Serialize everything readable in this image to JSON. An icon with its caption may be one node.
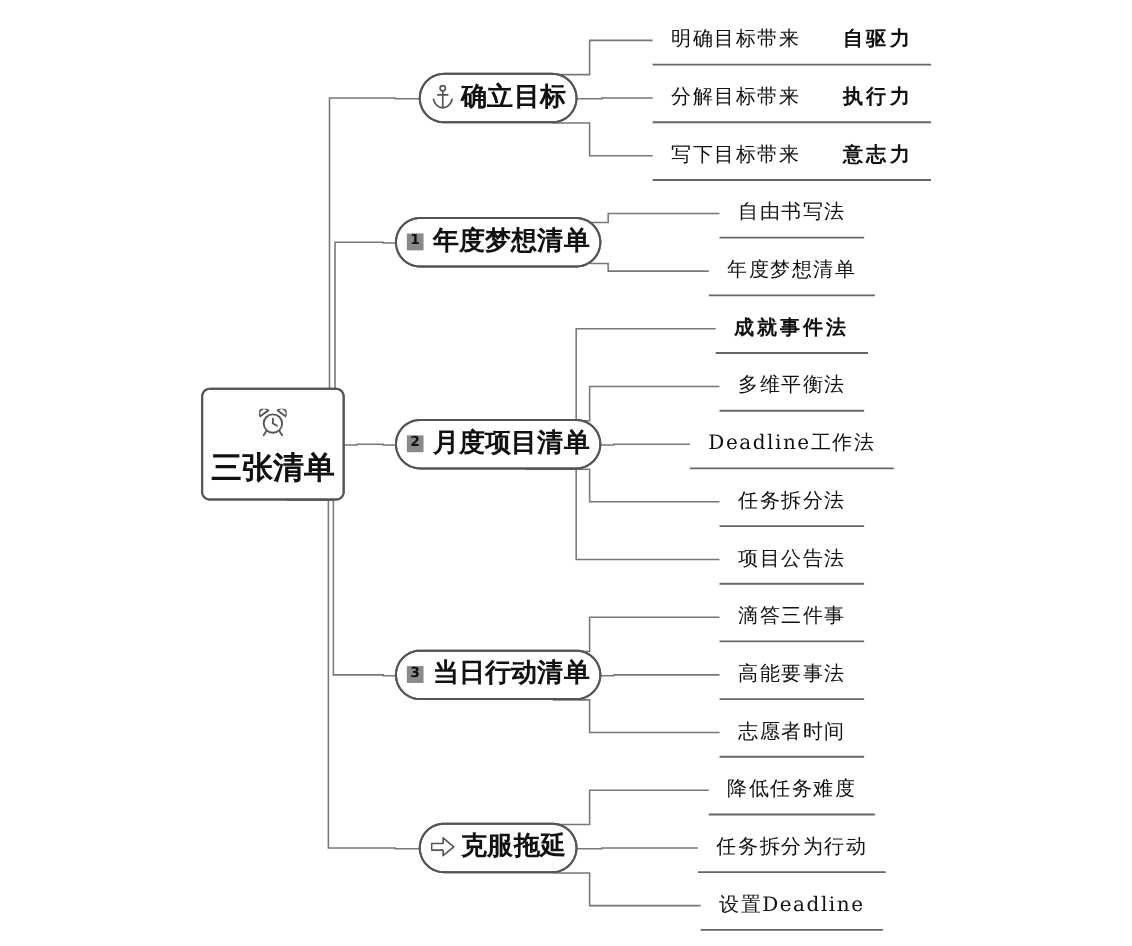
{
  "diagram": {
    "nodes": [
      {
        "text": [
          "三张清单"
        ]
      },
      {
        "text": [
          "确立目标"
        ]
      },
      {
        "text": [
          "明确目标带来",
          "自驱力"
        ]
      },
      {
        "text": [
          "分解目标带来",
          "执行力"
        ]
      },
      {
        "text": [
          "写下目标带来",
          "意志力"
        ]
      },
      {
        "text": [
          "1",
          "年度梦想清单"
        ]
      },
      {
        "text": [
          "自由书写法"
        ]
      },
      {
        "text": [
          "年度梦想清单"
        ]
      },
      {
        "text": [
          "2",
          "月度项目清单"
        ]
      },
      {
        "text": [
          "成就事件法"
        ]
      },
      {
        "text": [
          "多维平衡法"
        ]
      },
      {
        "text": [
          "Deadline工作法"
        ]
      },
      {
        "text": [
          "任务拆分法"
        ]
      },
      {
        "text": [
          "项目公告法"
        ]
      },
      {
        "text": [
          "3",
          "当日行动清单"
        ]
      },
      {
        "text": [
          "滴答三件事"
        ]
      },
      {
        "text": [
          "高能要事法"
        ]
      },
      {
        "text": [
          "志愿者时间"
        ]
      },
      {
        "text": [
          "克服拖延"
        ]
      },
      {
        "text": [
          "降低任务难度"
        ]
      },
      {
        "text": [
          "任务拆分为行动"
        ]
      },
      {
        "text": [
          "设置Deadline"
        ]
      }
    ],
    "edges": [
      {
        "from": 0,
        "to": 1,
        "arrow": "none"
      },
      {
        "from": 1,
        "to": 2,
        "arrow": "none"
      },
      {
        "from": 1,
        "to": 3,
        "arrow": "none"
      },
      {
        "from": 1,
        "to": 4,
        "arrow": "none"
      },
      {
        "from": 0,
        "to": 5,
        "arrow": "none"
      },
      {
        "from": 5,
        "to": 6,
        "arrow": "none"
      },
      {
        "from": 5,
        "to": 7,
        "arrow": "none"
      },
      {
        "from": 0,
        "to": 8,
        "arrow": "none"
      },
      {
        "from": 8,
        "to": 9,
        "arrow": "none"
      },
      {
        "from": 8,
        "to": 10,
        "arrow": "none"
      },
      {
        "from": 8,
        "to": 11,
        "arrow": "none"
      },
      {
        "from": 8,
        "to": 12,
        "arrow": "none"
      },
      {
        "from": 8,
        "to": 13,
        "arrow": "none"
      },
      {
        "from": 0,
        "to": 14,
        "arrow": "none"
      },
      {
        "from": 14,
        "to": 15,
        "arrow": "none"
      },
      {
        "from": 14,
        "to": 16,
        "arrow": "none"
      },
      {
        "from": 14,
        "to": 17,
        "arrow": "none"
      },
      {
        "from": 0,
        "to": 18,
        "arrow": "none"
      },
      {
        "from": 18,
        "to": 19,
        "arrow": "none"
      },
      {
        "from": 18,
        "to": 20,
        "arrow": "none"
      },
      {
        "from": 18,
        "to": 21,
        "arrow": "none"
      }
    ]
  }
}
